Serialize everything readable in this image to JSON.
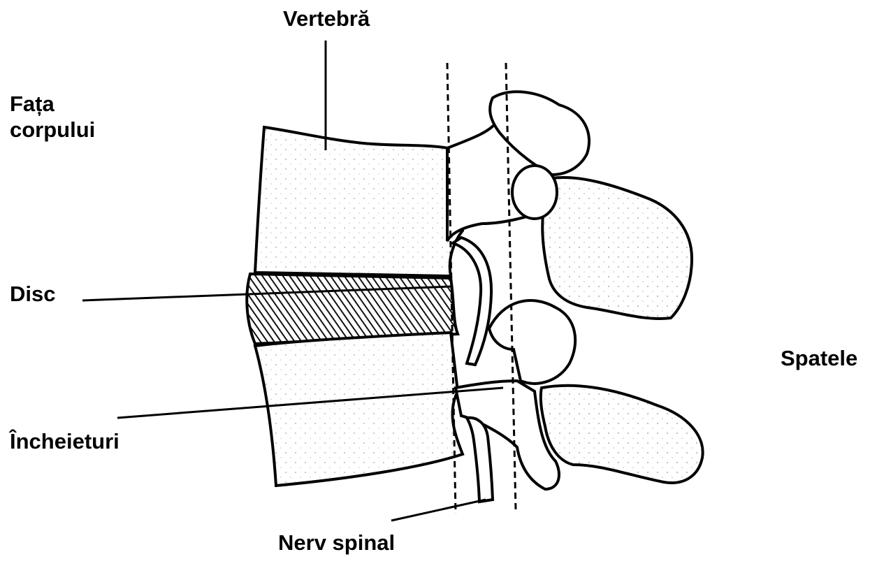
{
  "labels": {
    "vertebra": "Vertebră",
    "fata_line1": "Fața",
    "fata_line2": "corpului",
    "disc": "Disc",
    "spatele": "Spatele",
    "incheieturi": "Încheieturi",
    "nerv_spinal": "Nerv spinal"
  },
  "colors": {
    "ink": "#000000",
    "bone": "#ffffff",
    "disc_shade": "#2a2a2a"
  }
}
